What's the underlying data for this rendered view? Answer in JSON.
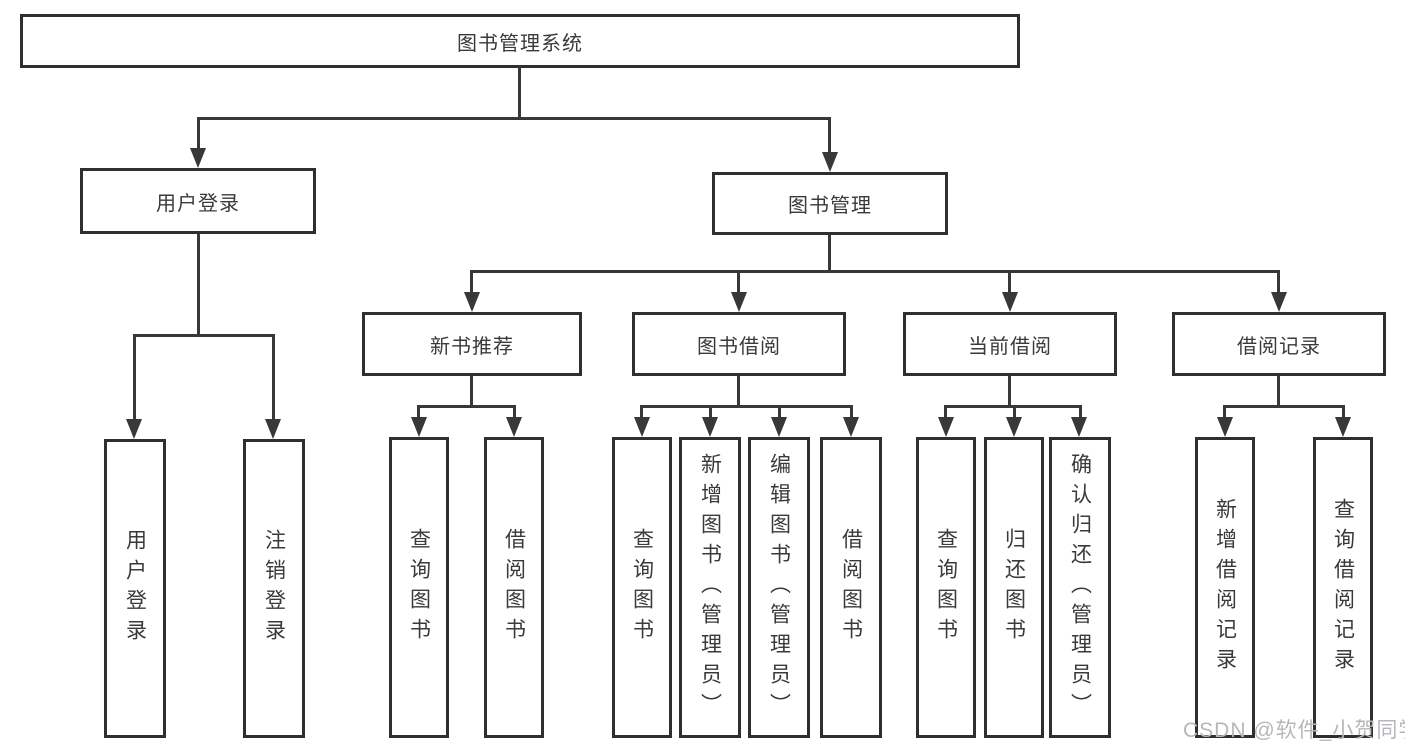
{
  "colors": {
    "line": "#38383a",
    "border": "#2f2f2f",
    "text": "#3a3a3a",
    "watermark": "#b7b7bb",
    "background": "#ffffff"
  },
  "watermark": {
    "text": "CSDN @软件_小贺同学"
  },
  "tree": {
    "label": "图书管理系统",
    "children": [
      {
        "label": "用户登录",
        "children": [
          {
            "label": "用户登录"
          },
          {
            "label": "注销登录"
          }
        ]
      },
      {
        "label": "图书管理",
        "children": [
          {
            "label": "新书推荐",
            "children": [
              {
                "label": "查询图书"
              },
              {
                "label": "借阅图书"
              }
            ]
          },
          {
            "label": "图书借阅",
            "children": [
              {
                "label": "查询图书"
              },
              {
                "label": "新增图书（管理员）"
              },
              {
                "label": "编辑图书（管理员）"
              },
              {
                "label": "借阅图书"
              }
            ]
          },
          {
            "label": "当前借阅",
            "children": [
              {
                "label": "查询图书"
              },
              {
                "label": "归还图书"
              },
              {
                "label": "确认归还（管理员）"
              }
            ]
          },
          {
            "label": "借阅记录",
            "children": [
              {
                "label": "新增借阅记录"
              },
              {
                "label": "查询借阅记录"
              }
            ]
          }
        ]
      }
    ]
  }
}
